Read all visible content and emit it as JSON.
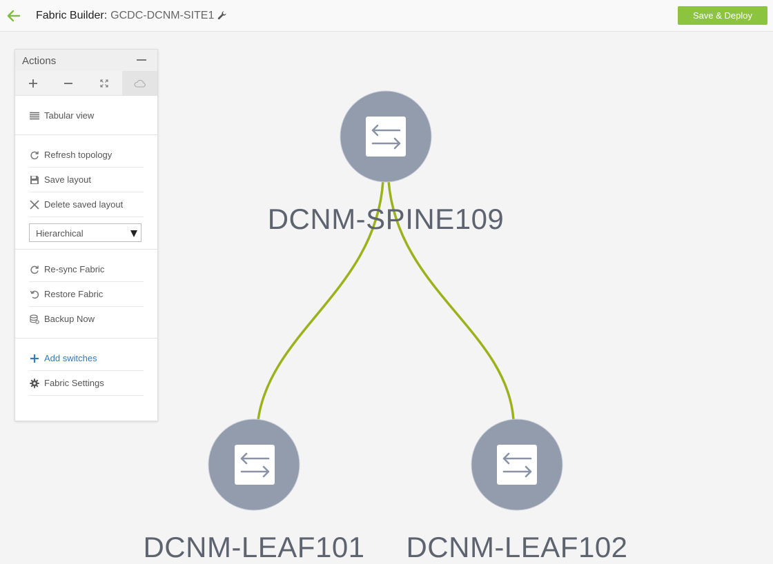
{
  "header": {
    "title_label": "Fabric Builder:",
    "fabric_name": "GCDC-DCNM-SITE1",
    "deploy_label": "Save & Deploy",
    "back_icon": "arrow-left-icon",
    "edit_icon": "wrench-icon",
    "accent_color": "#8cc43f"
  },
  "actions_panel": {
    "title": "Actions",
    "toolbar": [
      "zoom-in-icon",
      "zoom-out-icon",
      "fit-screen-icon",
      "cloud-icon"
    ],
    "view_items": [
      {
        "label": "Tabular view",
        "icon": "list-icon"
      }
    ],
    "layout_items": [
      {
        "label": "Refresh topology",
        "icon": "refresh-icon"
      },
      {
        "label": "Save layout",
        "icon": "floppy-icon"
      },
      {
        "label": "Delete saved layout",
        "icon": "x-icon"
      }
    ],
    "layout_select": {
      "value": "Hierarchical"
    },
    "fabric_items": [
      {
        "label": "Re-sync Fabric",
        "icon": "refresh-icon"
      },
      {
        "label": "Restore Fabric",
        "icon": "undo-icon"
      },
      {
        "label": "Backup Now",
        "icon": "database-icon"
      }
    ],
    "switch_items": [
      {
        "label": "Add switches",
        "icon": "plus-icon"
      },
      {
        "label": "Fabric Settings",
        "icon": "gear-icon"
      }
    ]
  },
  "topology": {
    "nodes": [
      {
        "name": "DCNM-SPINE109",
        "role": "spine"
      },
      {
        "name": "DCNM-LEAF101",
        "role": "leaf"
      },
      {
        "name": "DCNM-LEAF102",
        "role": "leaf"
      }
    ],
    "links": [
      {
        "from": "DCNM-SPINE109",
        "to": "DCNM-LEAF101"
      },
      {
        "from": "DCNM-SPINE109",
        "to": "DCNM-LEAF102"
      }
    ],
    "link_color": "#9bb21c",
    "node_color": "#929cad"
  }
}
